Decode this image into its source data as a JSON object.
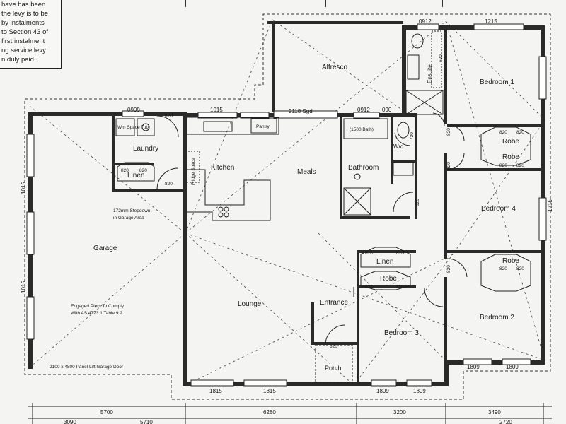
{
  "note": {
    "lines": [
      "have has been",
      "the levy is to be",
      "by instalments",
      "to Section 43 of",
      "first instalment",
      "ng service levy",
      "n duly paid."
    ]
  },
  "rooms": {
    "alfresco": "Alfresco",
    "bedroom1": "Bedroom 1",
    "ensuite": "Ensuite",
    "laundry": "Laundry",
    "linen_laundry": "Linen",
    "kitchen": "Kitchen",
    "meals": "Meals",
    "bathroom": "Bathroom",
    "wc": "W/c",
    "robe1": "Robe",
    "robe2": "Robe",
    "bedroom4": "Bedroom 4",
    "garage": "Garage",
    "linen_hall": "Linen",
    "robe3": "Robe",
    "robe4": "Robe",
    "lounge": "Lounge",
    "entrance": "Entrance",
    "bedroom3": "Bedroom 3",
    "bedroom2": "Bedroom 2",
    "porch": "Porch"
  },
  "fixtures": {
    "wm_space": "Wm Space",
    "tub": "Tub",
    "pantry": "Pantry",
    "bath": "(1500 Bath)",
    "fridge_space": "Fridge Space",
    "shower_ensuite": "820",
    "sliding_door": "2118 Sgd"
  },
  "notes": {
    "stepdown_1": "172mm Stepdown",
    "stepdown_2": "in Garage Area",
    "piers_1": "Engaged Piers To Comply",
    "piers_2": "With AS 4773.1 Table 9.2",
    "garage_door": "2100 x 4800 Panel Lift Garage Door"
  },
  "dims": {
    "w0909": "0909",
    "w1015_top": "1015",
    "w0912_meals": "0912",
    "w090": "090",
    "w0912_top": "0912",
    "w1215_top": "1215",
    "w1215_right": "1215",
    "w1015_left_a": "1015",
    "w1015_left_b": "1015",
    "w1815_a": "1815",
    "w1815_b": "1815",
    "w1809_a": "1809",
    "w1809_b": "1809",
    "w1809_c": "1809",
    "w1809_d": "1809",
    "d820": "820",
    "d720": "720",
    "d620": "620",
    "total_garage": "5700",
    "total_lounge": "6280",
    "total_bed3": "3200",
    "total_bed2": "3490",
    "bottom_partial_a": "3090",
    "bottom_partial_b": "5710",
    "bottom_partial_c": "2720"
  }
}
